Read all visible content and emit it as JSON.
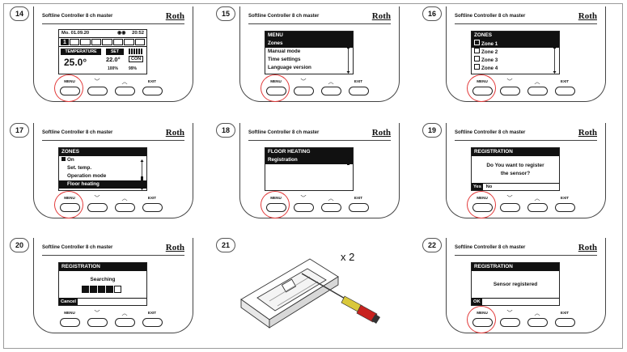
{
  "device": {
    "title": "Softline Controller 8 ch master",
    "brand": "Roth"
  },
  "buttons": {
    "menu": "MENU",
    "exit": "EXIT"
  },
  "p14": {
    "num": "14",
    "date": "Mo. 01.09.20",
    "time": "20:52",
    "temp_label": "TEMPERATURE",
    "temp_value": "25.0°",
    "set_label": "SET",
    "set_value": "22.0°",
    "con": "CON",
    "pct1": "100%",
    "pct2": "99%"
  },
  "p15": {
    "num": "15",
    "title": "MENU",
    "items": [
      "Zones",
      "Manual mode",
      "Time settings",
      "Language version"
    ]
  },
  "p16": {
    "num": "16",
    "title": "ZONES",
    "items": [
      "Zone 1",
      "Zone 2",
      "Zone 3",
      "Zone 4"
    ]
  },
  "p17": {
    "num": "17",
    "title": "ZONES",
    "items": [
      "On",
      "Set. temp.",
      "Operation mode",
      "Floor heating"
    ]
  },
  "p18": {
    "num": "18",
    "title": "FLOOR HEATING",
    "items": [
      "Registration"
    ]
  },
  "p19": {
    "num": "19",
    "title": "REGISTRATION",
    "line1": "Do You want to register",
    "line2": "the sensor?",
    "yes": "Yes",
    "no": "No"
  },
  "p20": {
    "num": "20",
    "title": "REGISTRATION",
    "text": "Searching",
    "cancel": "Cancel",
    "progress_filled": 4,
    "progress_total": 5
  },
  "p21": {
    "num": "21",
    "multiplier": "x 2"
  },
  "p22": {
    "num": "22",
    "title": "REGISTRATION",
    "text": "Sensor registered",
    "ok": "OK"
  }
}
